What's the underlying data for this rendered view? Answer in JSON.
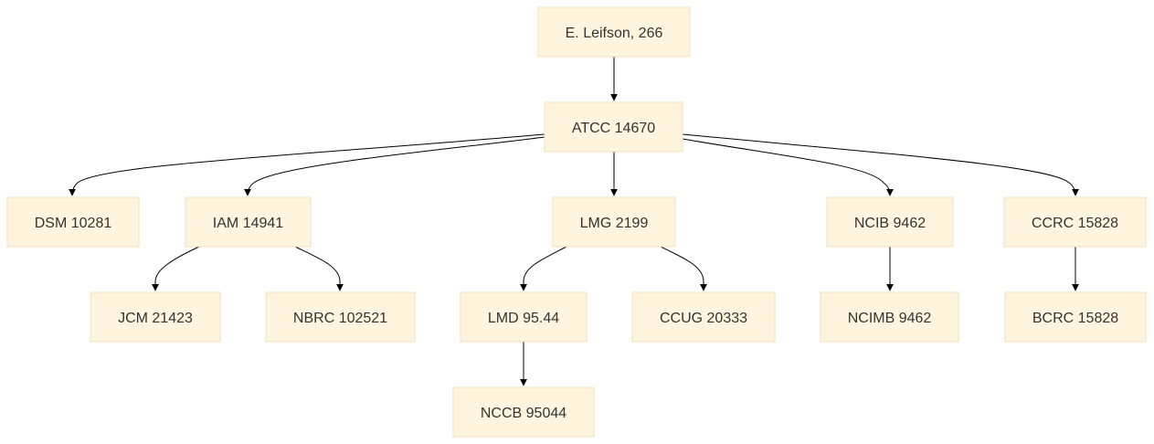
{
  "diagram": {
    "nodes": [
      {
        "id": "leifson",
        "label": "E. Leifson, 266"
      },
      {
        "id": "atcc",
        "label": "ATCC 14670"
      },
      {
        "id": "dsm",
        "label": "DSM 10281"
      },
      {
        "id": "iam",
        "label": "IAM 14941"
      },
      {
        "id": "lmg",
        "label": "LMG 2199"
      },
      {
        "id": "ncib",
        "label": "NCIB 9462"
      },
      {
        "id": "ccrc",
        "label": "CCRC 15828"
      },
      {
        "id": "jcm",
        "label": "JCM 21423"
      },
      {
        "id": "nbrc",
        "label": "NBRC 102521"
      },
      {
        "id": "lmd",
        "label": "LMD 95.44"
      },
      {
        "id": "ccug",
        "label": "CCUG 20333"
      },
      {
        "id": "ncimb",
        "label": "NCIMB 9462"
      },
      {
        "id": "bcrc",
        "label": "BCRC 15828"
      },
      {
        "id": "nccb",
        "label": "NCCB 95044"
      }
    ],
    "edges": [
      {
        "from": "leifson",
        "to": "atcc"
      },
      {
        "from": "atcc",
        "to": "dsm"
      },
      {
        "from": "atcc",
        "to": "iam"
      },
      {
        "from": "atcc",
        "to": "lmg"
      },
      {
        "from": "atcc",
        "to": "ncib"
      },
      {
        "from": "atcc",
        "to": "ccrc"
      },
      {
        "from": "iam",
        "to": "jcm"
      },
      {
        "from": "iam",
        "to": "nbrc"
      },
      {
        "from": "lmg",
        "to": "lmd"
      },
      {
        "from": "lmg",
        "to": "ccug"
      },
      {
        "from": "ncib",
        "to": "ncimb"
      },
      {
        "from": "ccrc",
        "to": "bcrc"
      },
      {
        "from": "lmd",
        "to": "nccb"
      }
    ]
  }
}
